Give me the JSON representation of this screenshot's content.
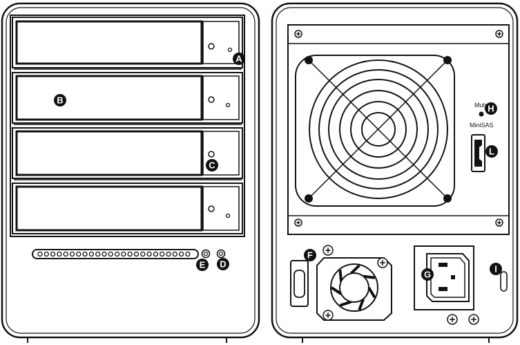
{
  "front": {
    "callouts": {
      "a": "A",
      "b": "B",
      "c": "C",
      "d": "D",
      "e": "E"
    }
  },
  "rear": {
    "mute_label": "Mute",
    "minisas_label": "MiniSAS",
    "callouts": {
      "f": "F",
      "g": "G",
      "h": "H",
      "i": "I",
      "l": "L"
    }
  }
}
